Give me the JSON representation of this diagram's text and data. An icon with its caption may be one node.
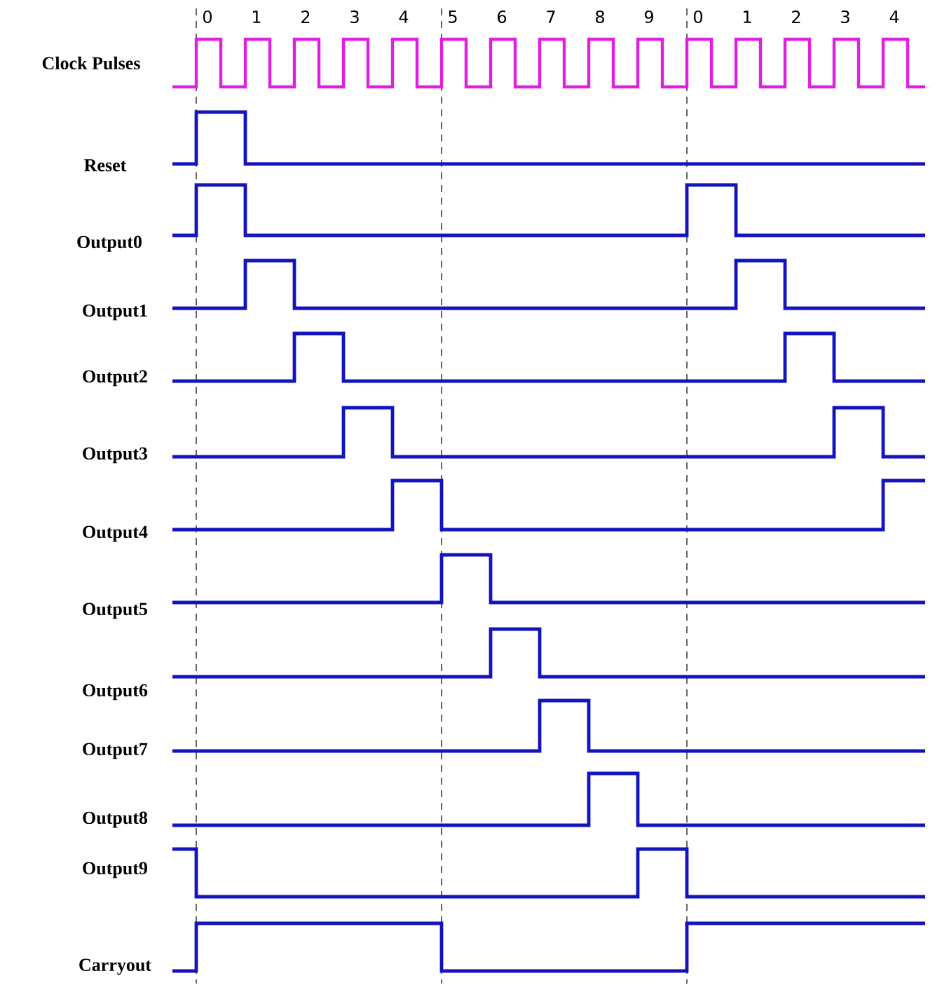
{
  "diagram": {
    "labels": [
      "0",
      "1",
      "2",
      "3",
      "4",
      "5",
      "6",
      "7",
      "8",
      "9",
      "0",
      "1",
      "2",
      "3",
      "4",
      "Clock Pulses",
      "Reset",
      "Output0",
      "Output1",
      "Output2",
      "Output3",
      "Output4",
      "Output5",
      "Output6",
      "Output7",
      "Output8",
      "Output9",
      "Carryout"
    ]
  }
}
